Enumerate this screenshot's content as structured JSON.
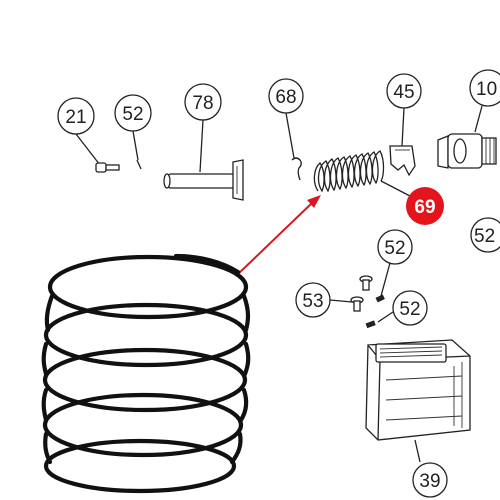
{
  "callouts": {
    "c21": "21",
    "c52a": "52",
    "c78": "78",
    "c68": "68",
    "c45": "45",
    "c10": "10",
    "c69": "69",
    "c52b": "52",
    "c52c": "52",
    "c53": "53",
    "c52d": "52",
    "c39": "39"
  },
  "colors": {
    "highlight": "#e3141b",
    "arrow": "#d7191f",
    "line": "#222222"
  }
}
